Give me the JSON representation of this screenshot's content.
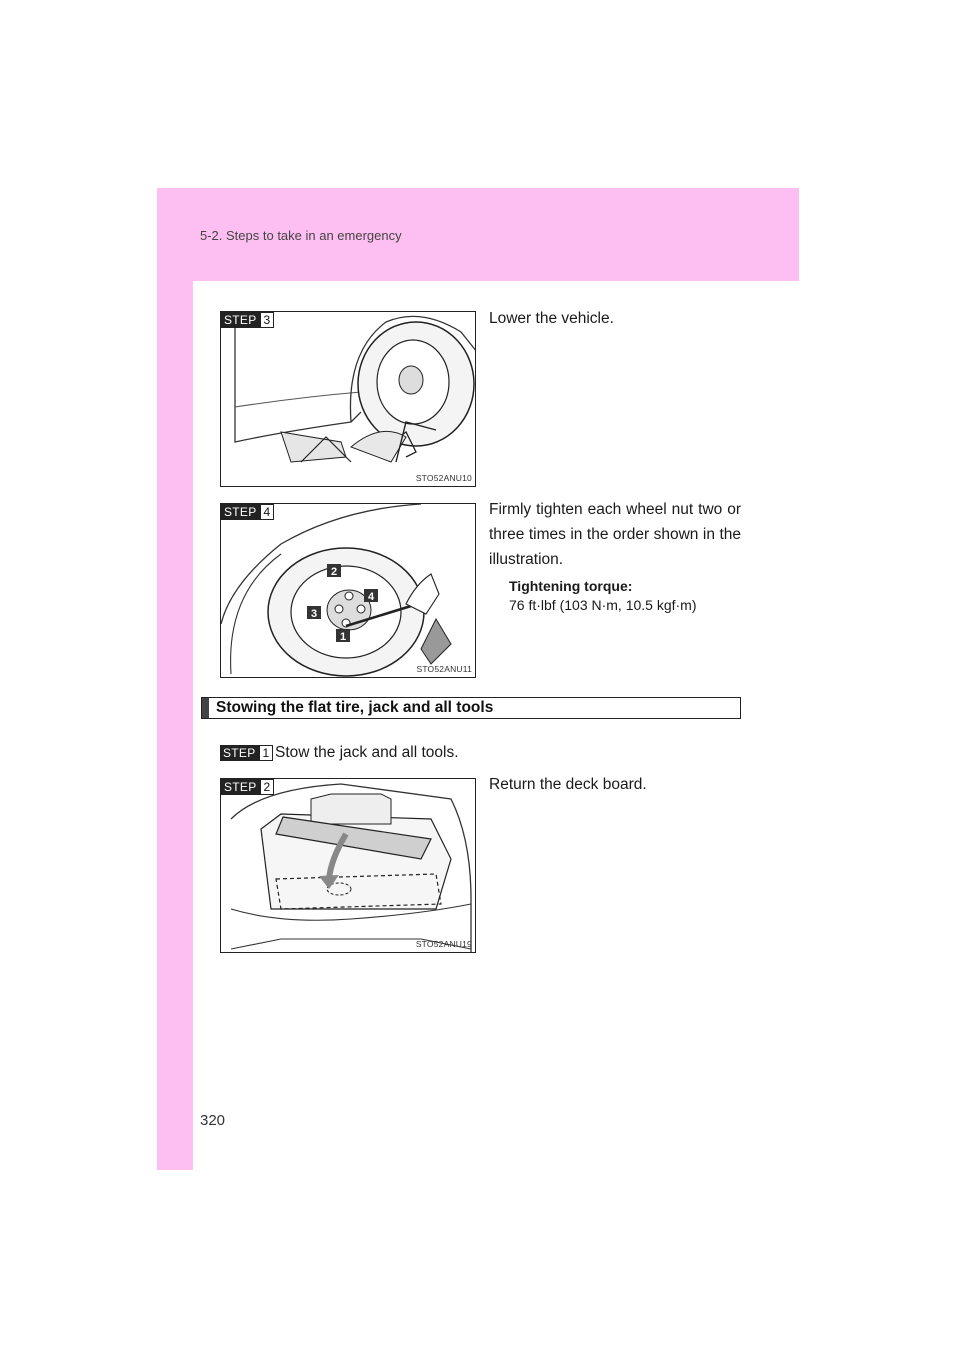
{
  "header": {
    "section_label": "5-2. Steps to take in an emergency"
  },
  "page_number": "320",
  "steps_top": [
    {
      "step_word": "STEP",
      "step_number": "3",
      "figure_code": "STO52ANU10",
      "text": "Lower the vehicle."
    },
    {
      "step_word": "STEP",
      "step_number": "4",
      "figure_code": "STO52ANU11",
      "text": "Firmly tighten each wheel nut two or three times in the order shown in the illustration.",
      "torque_label": "Tightening torque:",
      "torque_value": "76 ft·lbf (103 N·m, 10.5 kgf·m)",
      "callouts": [
        "2",
        "4",
        "3",
        "1"
      ]
    }
  ],
  "section": {
    "title": "Stowing the flat tire, jack and all tools",
    "steps": [
      {
        "step_word": "STEP",
        "step_number": "1",
        "text": "Stow the jack and all tools."
      },
      {
        "step_word": "STEP",
        "step_number": "2",
        "figure_code": "STO52ANU19",
        "text": "Return the deck board."
      }
    ]
  }
}
